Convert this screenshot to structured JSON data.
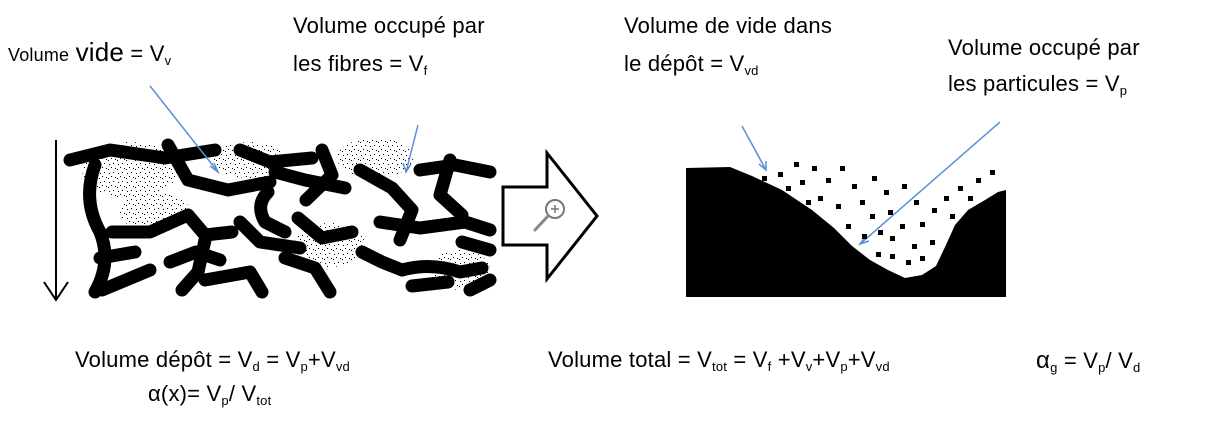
{
  "labels": {
    "void": {
      "prefix": "Volume",
      "word": "vide",
      "eq": " = V",
      "sub": "v"
    },
    "fibres": {
      "line1": "Volume occupé par",
      "line2": "les fibres = V",
      "sub": "f"
    },
    "deposit_void": {
      "line1": "Volume de vide dans",
      "line2": "le dépôt  = V",
      "sub": "vd"
    },
    "particles": {
      "line1": "Volume occupé par",
      "line2": "les particules = V",
      "sub": "p"
    }
  },
  "formulas": {
    "deposit": {
      "a": "Volume dépôt  = V",
      "s1": "d",
      "b": " = V",
      "s2": "p",
      "c": "+V",
      "s3": "vd"
    },
    "alpha_x": {
      "a": "α(x)= V",
      "s1": "p",
      "b": "/  V",
      "s2": "tot"
    },
    "total": {
      "a": "Volume total = V",
      "s1": "tot",
      "b": " = V",
      "s2": "f",
      "c": " +V",
      "s3": "v",
      "d": "+V",
      "s4": "p",
      "e": "+V",
      "s5": "vd"
    },
    "alpha_g": {
      "a": "α",
      "s1": "g",
      "b": " = V",
      "s2": "p",
      "c": "/ V",
      "s3": "d"
    }
  },
  "colors": {
    "ink": "#000000",
    "pointer": "#5b8fd6",
    "background": "#ffffff"
  },
  "icons": {
    "zoom": "magnifier-plus-icon",
    "arrow": "hollow-right-arrow-icon"
  }
}
